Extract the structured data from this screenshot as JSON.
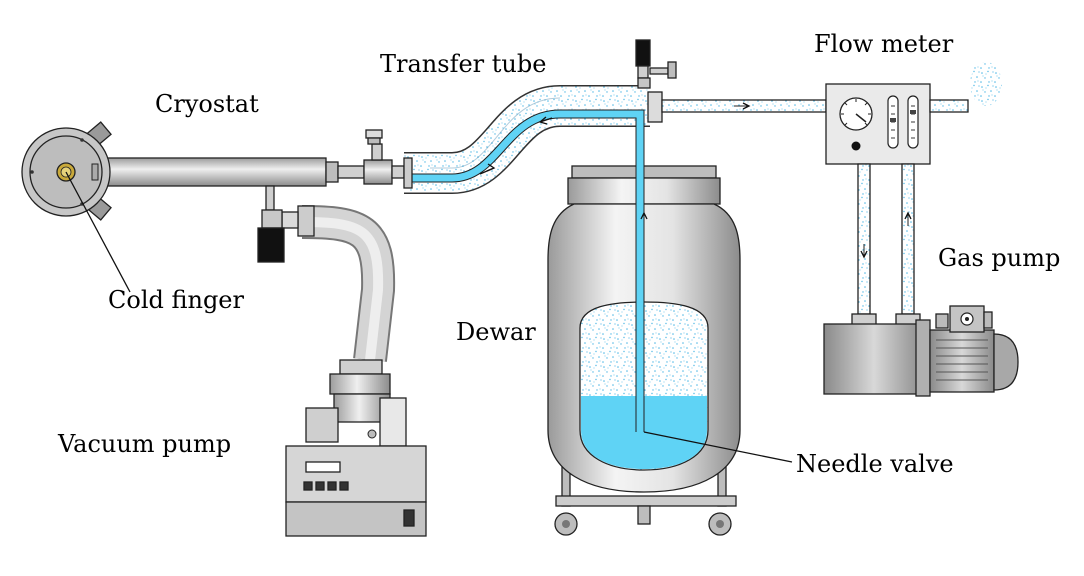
{
  "labels": {
    "cryostat": "Cryostat",
    "transfer_tube": "Transfer tube",
    "flow_meter": "Flow meter",
    "cold_finger": "Cold finger",
    "gas_pump": "Gas pump",
    "dewar": "Dewar",
    "vacuum_pump": "Vacuum pump",
    "needle_valve": "Needle valve"
  },
  "colors": {
    "liquid_helium": "#5fd3f5",
    "gas_speckle": "#4fb8e6",
    "tube_fill": "#d9f3fc",
    "metal_light": "#e6e6e6",
    "metal_mid": "#bdbdbd",
    "metal_dark": "#8f8f8f",
    "valve_black": "#111111",
    "cold_finger_gold": "#c9a93a"
  },
  "icons": [
    "cryostat-head-icon",
    "valve-icon",
    "gauge-icon",
    "flowmeter-tube-icon",
    "motor-icon",
    "wheel-icon"
  ]
}
